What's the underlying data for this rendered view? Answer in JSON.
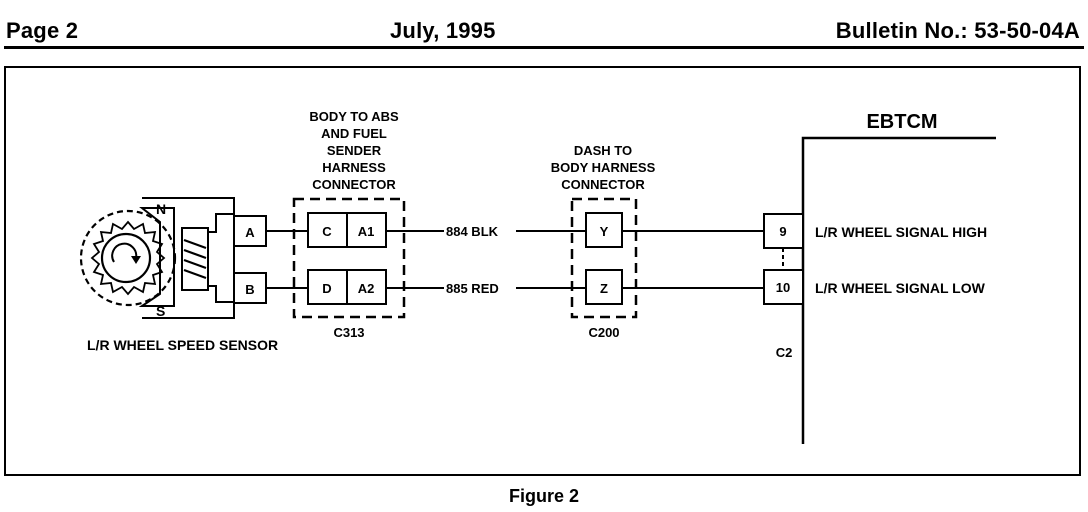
{
  "header": {
    "page": "Page  2",
    "date": "July, 1995",
    "bulletin": "Bulletin  No.:  53-50-04A"
  },
  "diagram": {
    "sensor": {
      "label": "L/R WHEEL SPEED SENSOR",
      "pole_n": "N",
      "pole_s": "S",
      "pin_a": "A",
      "pin_b": "B"
    },
    "connector_c313": {
      "title": [
        "BODY TO ABS",
        "AND FUEL",
        "SENDER",
        "HARNESS",
        "CONNECTOR"
      ],
      "pins": [
        "C",
        "A1",
        "D",
        "A2"
      ],
      "id": "C313"
    },
    "wires": {
      "top": "884 BLK",
      "bottom": "885 RED"
    },
    "connector_c200": {
      "title": [
        "DASH TO",
        "BODY HARNESS",
        "CONNECTOR"
      ],
      "pins": [
        "Y",
        "Z"
      ],
      "id": "C200"
    },
    "ebtcm": {
      "title": "EBTCM",
      "pin_high": "9",
      "pin_low": "10",
      "signal_high": "L/R WHEEL SIGNAL HIGH",
      "signal_low": "L/R WHEEL SIGNAL LOW",
      "connector": "C2"
    }
  },
  "caption": "Figure 2"
}
